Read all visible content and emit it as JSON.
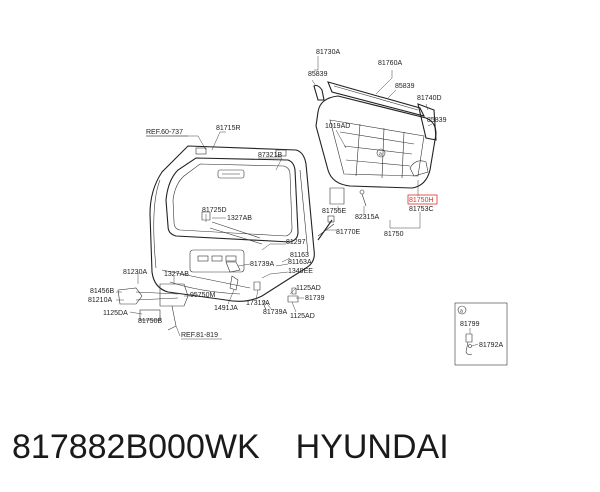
{
  "labels": {
    "ref_top": "REF.60-737",
    "ref_bottom": "REF.81-819",
    "p81715R": "81715R",
    "p87321B": "87321B",
    "p81725D": "81725D",
    "p1327AB_a": "1327AB",
    "p81297": "81297",
    "p81163": "81163",
    "p81163A": "81163A",
    "p1349EE": "1349EE",
    "p81739A_a": "81739A",
    "p81230A": "81230A",
    "p1327AB_b": "1327AB",
    "p81456B": "81456B",
    "p81210A": "81210A",
    "p1125DA": "1125DA",
    "p81750B": "81750B",
    "p95750M": "95750M",
    "p1491JA": "1491JA",
    "p1731JA": "1731JA",
    "p81739A_b": "81739A",
    "p1125AD_a": "1125AD",
    "p81739": "81739",
    "p1125AD_b": "1125AD",
    "p81730A": "81730A",
    "p85839_a": "85839",
    "p81760A": "81760A",
    "p85839_b": "85839",
    "p81740D": "81740D",
    "p85839_c": "85839",
    "p1019AD": "1019AD",
    "p81755E": "81755E",
    "p82315A": "82315A",
    "p81770E": "81770E",
    "p81750": "81750",
    "p81750H": "81750H",
    "p81753C": "81753C",
    "inset_marker": "a",
    "callout_marker": "a",
    "p81799": "81799",
    "p81792A": "81792A"
  },
  "footer": {
    "part_number": "817882B000WK",
    "brand": "HYUNDAI"
  },
  "colors": {
    "ink": "#222222",
    "highlight": "#e0302a",
    "background": "#ffffff"
  }
}
